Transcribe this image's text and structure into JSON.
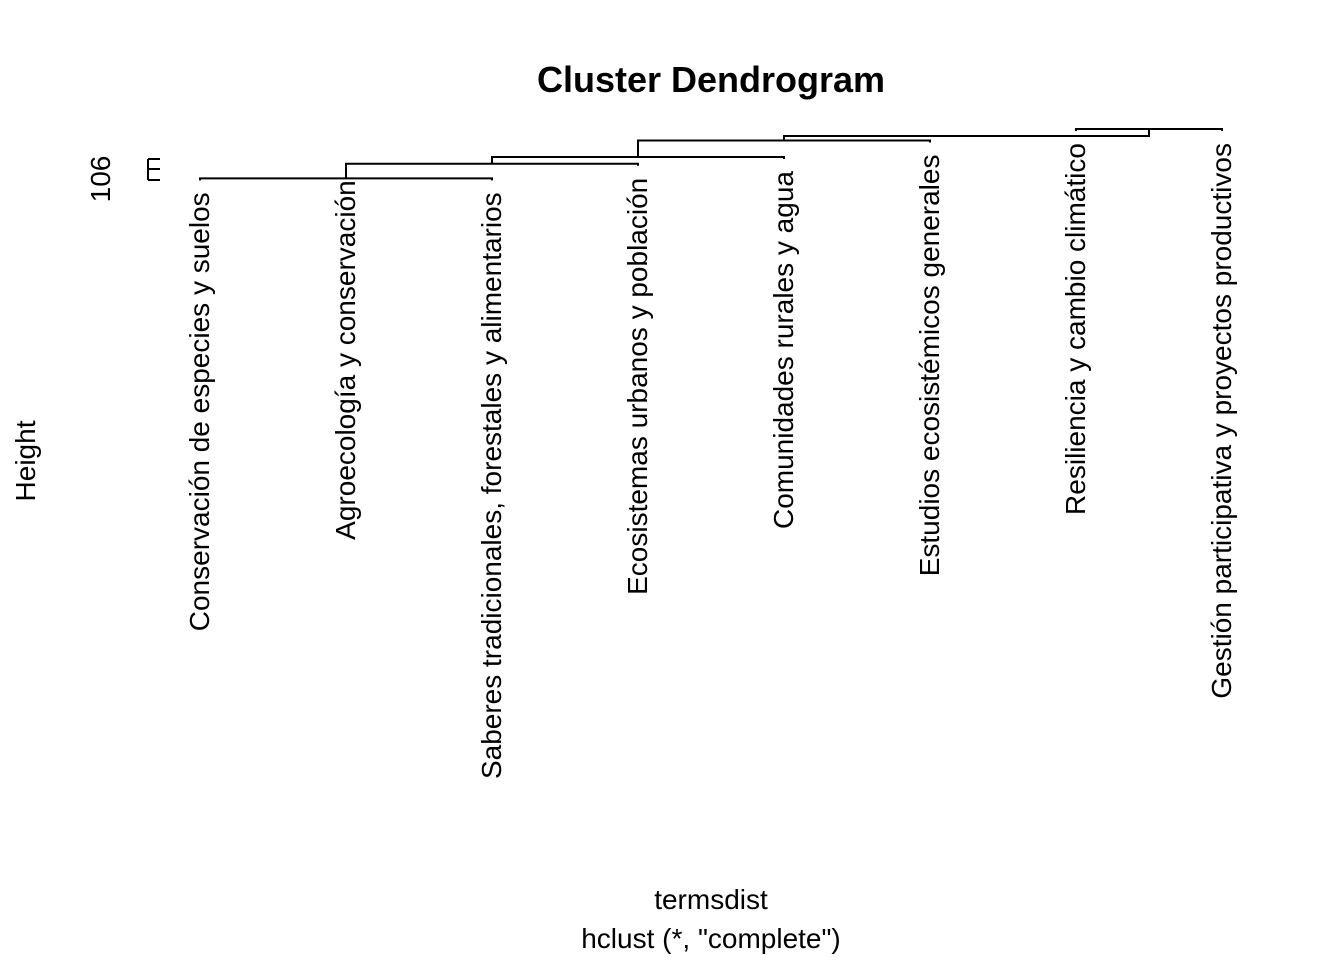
{
  "chart_data": {
    "type": "dendrogram",
    "title": "Cluster Dendrogram",
    "ylabel": "Height",
    "xlabel": "termsdist",
    "subtitle": "hclust (*, \"complete\")",
    "y_tick_labels": [
      "106"
    ],
    "leaves": [
      "Conservación de especies y suelos",
      "Agroecología y conservación",
      "Saberes tradicionales, forestales y alimentarios",
      "Ecosistemas urbanos y población",
      "Comunidades rurales y agua",
      "Estudios ecosistémicos generales",
      "Resiliencia y cambio climático",
      "Gestión participativa y proyectos productivos"
    ],
    "merges": [
      {
        "left": "leaf:0",
        "right": "leaf:2",
        "height": 0.06
      },
      {
        "left": "leaf:1",
        "right": "node:0",
        "height": 0.49
      },
      {
        "left": "node:1",
        "right": "leaf:3",
        "height": 0.58
      },
      {
        "left": "node:2",
        "right": "leaf:4",
        "height": 0.82
      },
      {
        "left": "node:3",
        "right": "leaf:5",
        "height": 1.41
      },
      {
        "left": "leaf:6",
        "right": "leaf:7",
        "height": 1.82
      },
      {
        "left": "node:4",
        "right": "node:5",
        "height": 1.57
      }
    ]
  }
}
